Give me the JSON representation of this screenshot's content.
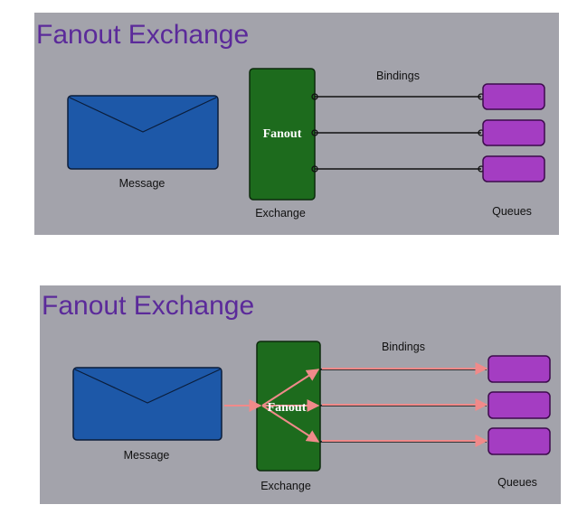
{
  "colors": {
    "panel_bg": "#a3a3ab",
    "title": "#5b2a9a",
    "message_fill": "#1d58a8",
    "exchange_fill": "#1d6b1d",
    "queue_fill": "#a43dc2",
    "binding_line": "#111111",
    "flow_arrow": "#f08a8a"
  },
  "icons": {
    "message": "envelope-icon"
  },
  "panels": [
    {
      "title": "Fanout Exchange",
      "message_label": "Message",
      "exchange_label": "Exchange",
      "exchange_type": "Fanout",
      "bindings_label": "Bindings",
      "queues_label": "Queues",
      "queue_count": 3,
      "show_flow": false
    },
    {
      "title": "Fanout Exchange",
      "message_label": "Message",
      "exchange_label": "Exchange",
      "exchange_type": "Fanout",
      "bindings_label": "Bindings",
      "queues_label": "Queues",
      "queue_count": 3,
      "show_flow": true
    }
  ]
}
